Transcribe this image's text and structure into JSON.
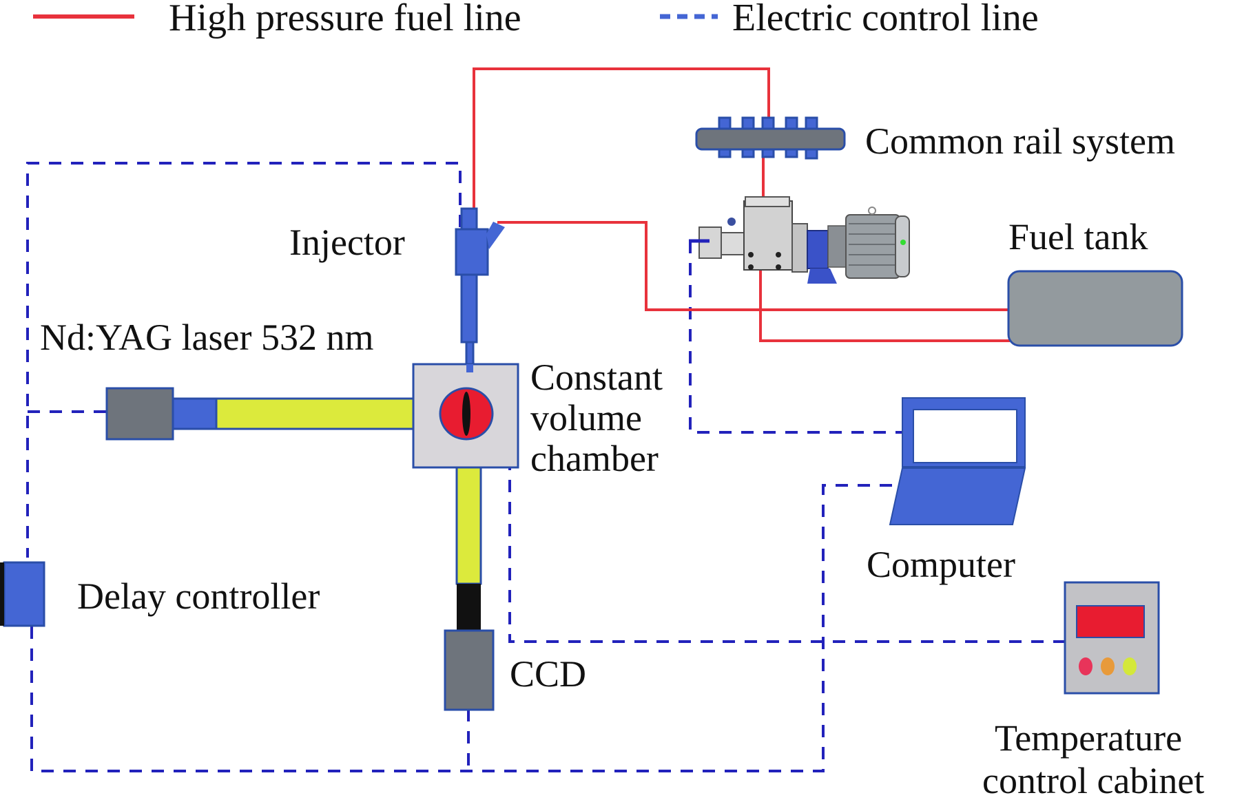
{
  "legend": {
    "fuel_line_label": "High pressure fuel line",
    "electric_line_label": "Electric control line"
  },
  "components": {
    "common_rail": "Common rail system",
    "injector": "Injector",
    "fuel_tank": "Fuel tank",
    "laser": "Nd:YAG laser 532 nm",
    "chamber_line1": "Constant",
    "chamber_line2": "volume",
    "chamber_line3": "chamber",
    "computer": "Computer",
    "delay_controller": "Delay controller",
    "ccd": "CCD",
    "temp_cabinet_line1": "Temperature",
    "temp_cabinet_line2": "control cabinet"
  },
  "colors": {
    "fuel_line": "#e8323c",
    "electric_line": "#2222bb",
    "component_blue": "#4466d4",
    "component_gray": "#6e747c",
    "laser_beam": "#dcea3c",
    "chamber_fill": "#d8d6da",
    "tank_fill": "#939a9e",
    "display_red": "#e81c30"
  }
}
